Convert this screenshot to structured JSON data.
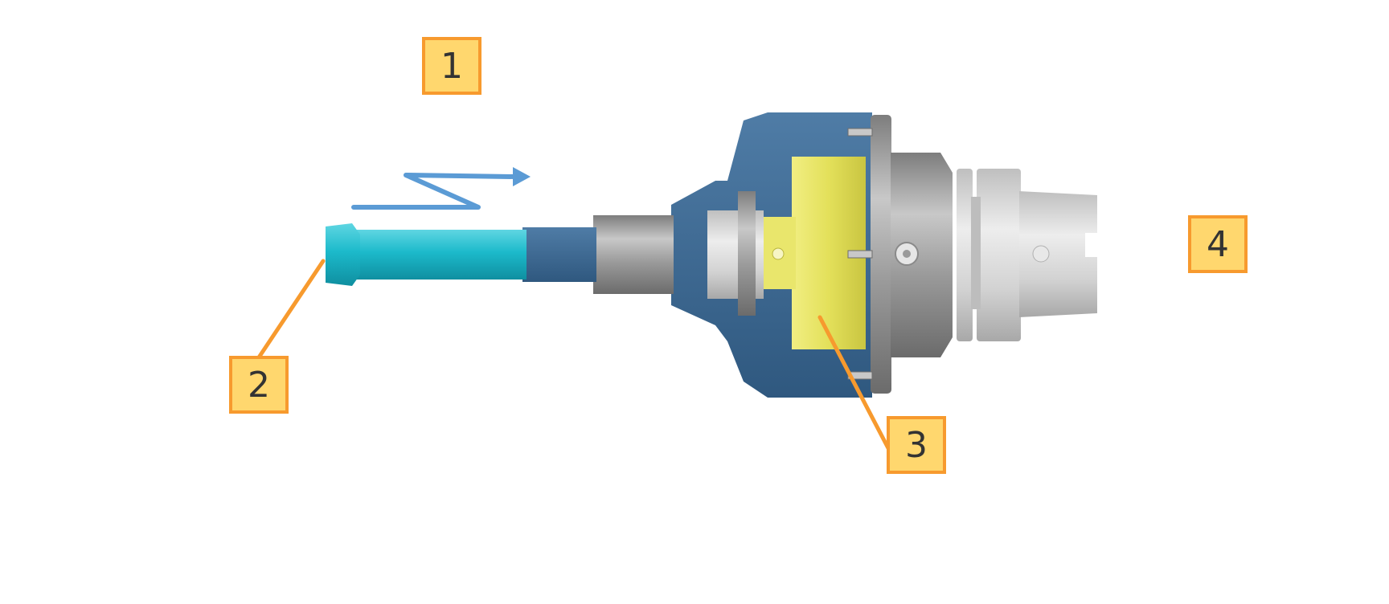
{
  "colors": {
    "callout_fill": "#ffd76e",
    "callout_border": "#f79a2e",
    "leader_line": "#f79a2e",
    "motion_arrow": "#5b9bd5",
    "housing_blue": "#3e6a95",
    "tool_cyan": "#17b7c8",
    "spring_yellow": "#e6e25c",
    "steel_gray": "#a5a5a5",
    "holder_light_gray": "#d9d9d9"
  },
  "callouts": [
    {
      "id": "1",
      "label": "1"
    },
    {
      "id": "2",
      "label": "2"
    },
    {
      "id": "3",
      "label": "3"
    },
    {
      "id": "4",
      "label": "4"
    }
  ],
  "icons": {
    "motion": "zigzag-arrow-icon"
  }
}
